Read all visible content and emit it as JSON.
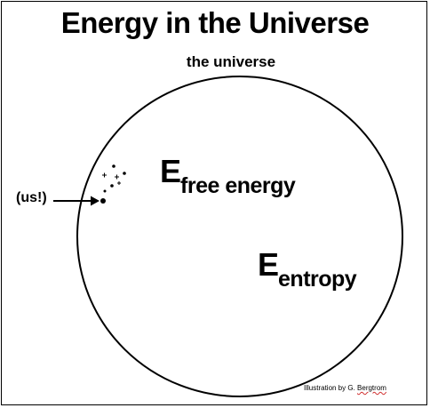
{
  "title": "Energy in the Universe",
  "circle_label": "the universe",
  "free_energy": {
    "symbol": "E",
    "subscript": "free energy"
  },
  "entropy": {
    "symbol": "E",
    "subscript": "entropy"
  },
  "pointer_label": "(us!)",
  "credit": {
    "prefix": "Illustration by G. ",
    "surname": "Bergtrom"
  }
}
